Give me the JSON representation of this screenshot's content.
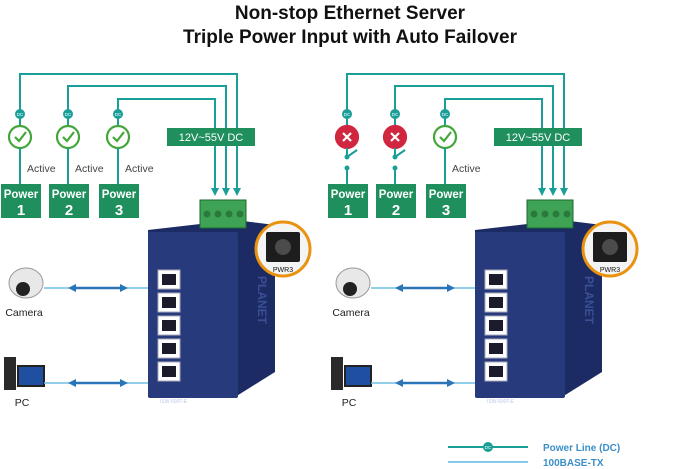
{
  "title_line1": "Non-stop Ethernet Server",
  "title_line2": "Triple Power Input with Auto Failover",
  "dc_marker": "DC",
  "voltage_label": "12V~55V DC",
  "terminal_label": "PWR3",
  "device_model": "ISW-500T-E",
  "device_brand": "PLANET",
  "power_word": "Power",
  "left_panel": {
    "sources": [
      {
        "number": "1",
        "state": "ok",
        "status": "Active"
      },
      {
        "number": "2",
        "state": "ok",
        "status": "Active"
      },
      {
        "number": "3",
        "state": "ok",
        "status": "Active"
      }
    ],
    "camera_label": "Camera",
    "pc_label": "PC"
  },
  "right_panel": {
    "sources": [
      {
        "number": "1",
        "state": "fail",
        "status": ""
      },
      {
        "number": "2",
        "state": "fail",
        "status": ""
      },
      {
        "number": "3",
        "state": "ok",
        "status": "Active"
      }
    ],
    "camera_label": "Camera",
    "pc_label": "PC"
  },
  "legend": {
    "power_line": "Power Line (DC)",
    "ethernet": "100BASE-TX"
  },
  "colors": {
    "teal": "#1a9e98",
    "power_box": "#1f8f5e",
    "fail": "#d1263f",
    "ok": "#43a63a",
    "arrow": "#2a74b8",
    "switch_body": "#273a7c",
    "ring": "#e9920f",
    "legend_text": "#3c8fc9"
  }
}
